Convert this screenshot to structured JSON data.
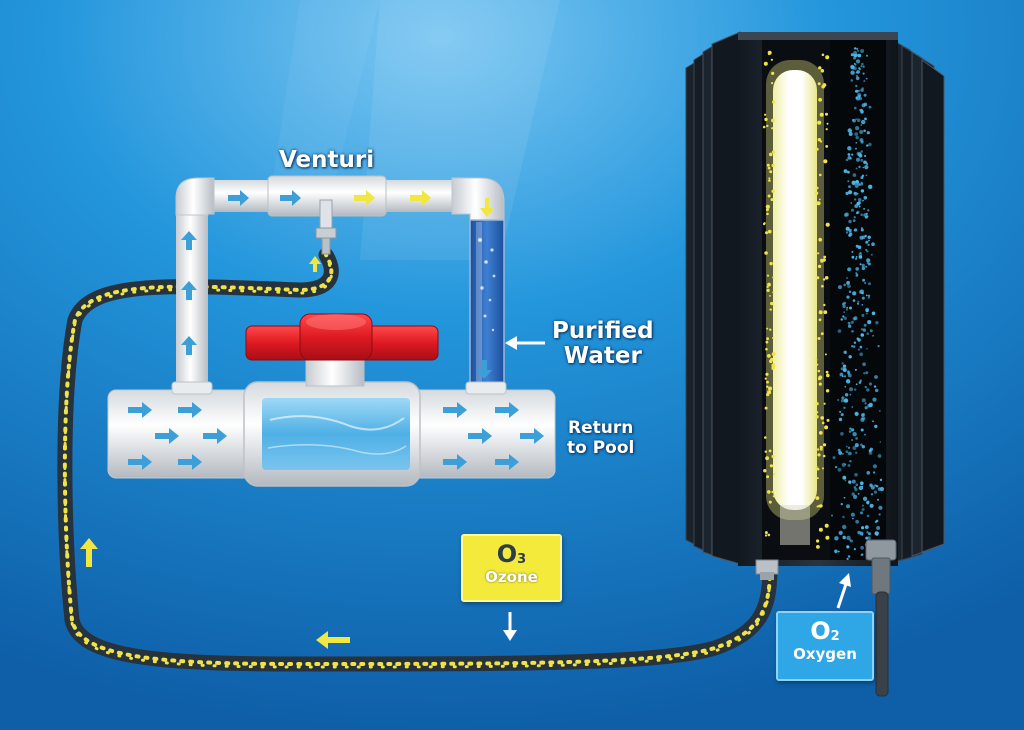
{
  "labels": {
    "venturi": "Venturi",
    "purified_line1": "Purified",
    "purified_line2": "Water",
    "return_line1": "Return",
    "return_line2": "to Pool"
  },
  "ozone_box": {
    "symbol": "O",
    "subscript": "3",
    "name": "Ozone"
  },
  "oxygen_box": {
    "symbol": "O",
    "subscript": "2",
    "name": "Oxygen"
  },
  "colors": {
    "background": "#1f8fd6",
    "pipe": "#f2f2f2",
    "valve_handle": "#e01e26",
    "ozone_bubbles": "#f0e34a",
    "oxygen_bubbles": "#4fb8ea",
    "water_arrow": "#3c9fd8",
    "ozone_arrow": "#f2e640",
    "ozone_box": "#f4ea3b",
    "oxygen_box": "#2fa6e6",
    "tube": "#26323c"
  },
  "icons": [
    "water-flow-arrow",
    "ozone-flow-arrow",
    "pointer-arrow",
    "uv-lamp",
    "ball-valve"
  ]
}
